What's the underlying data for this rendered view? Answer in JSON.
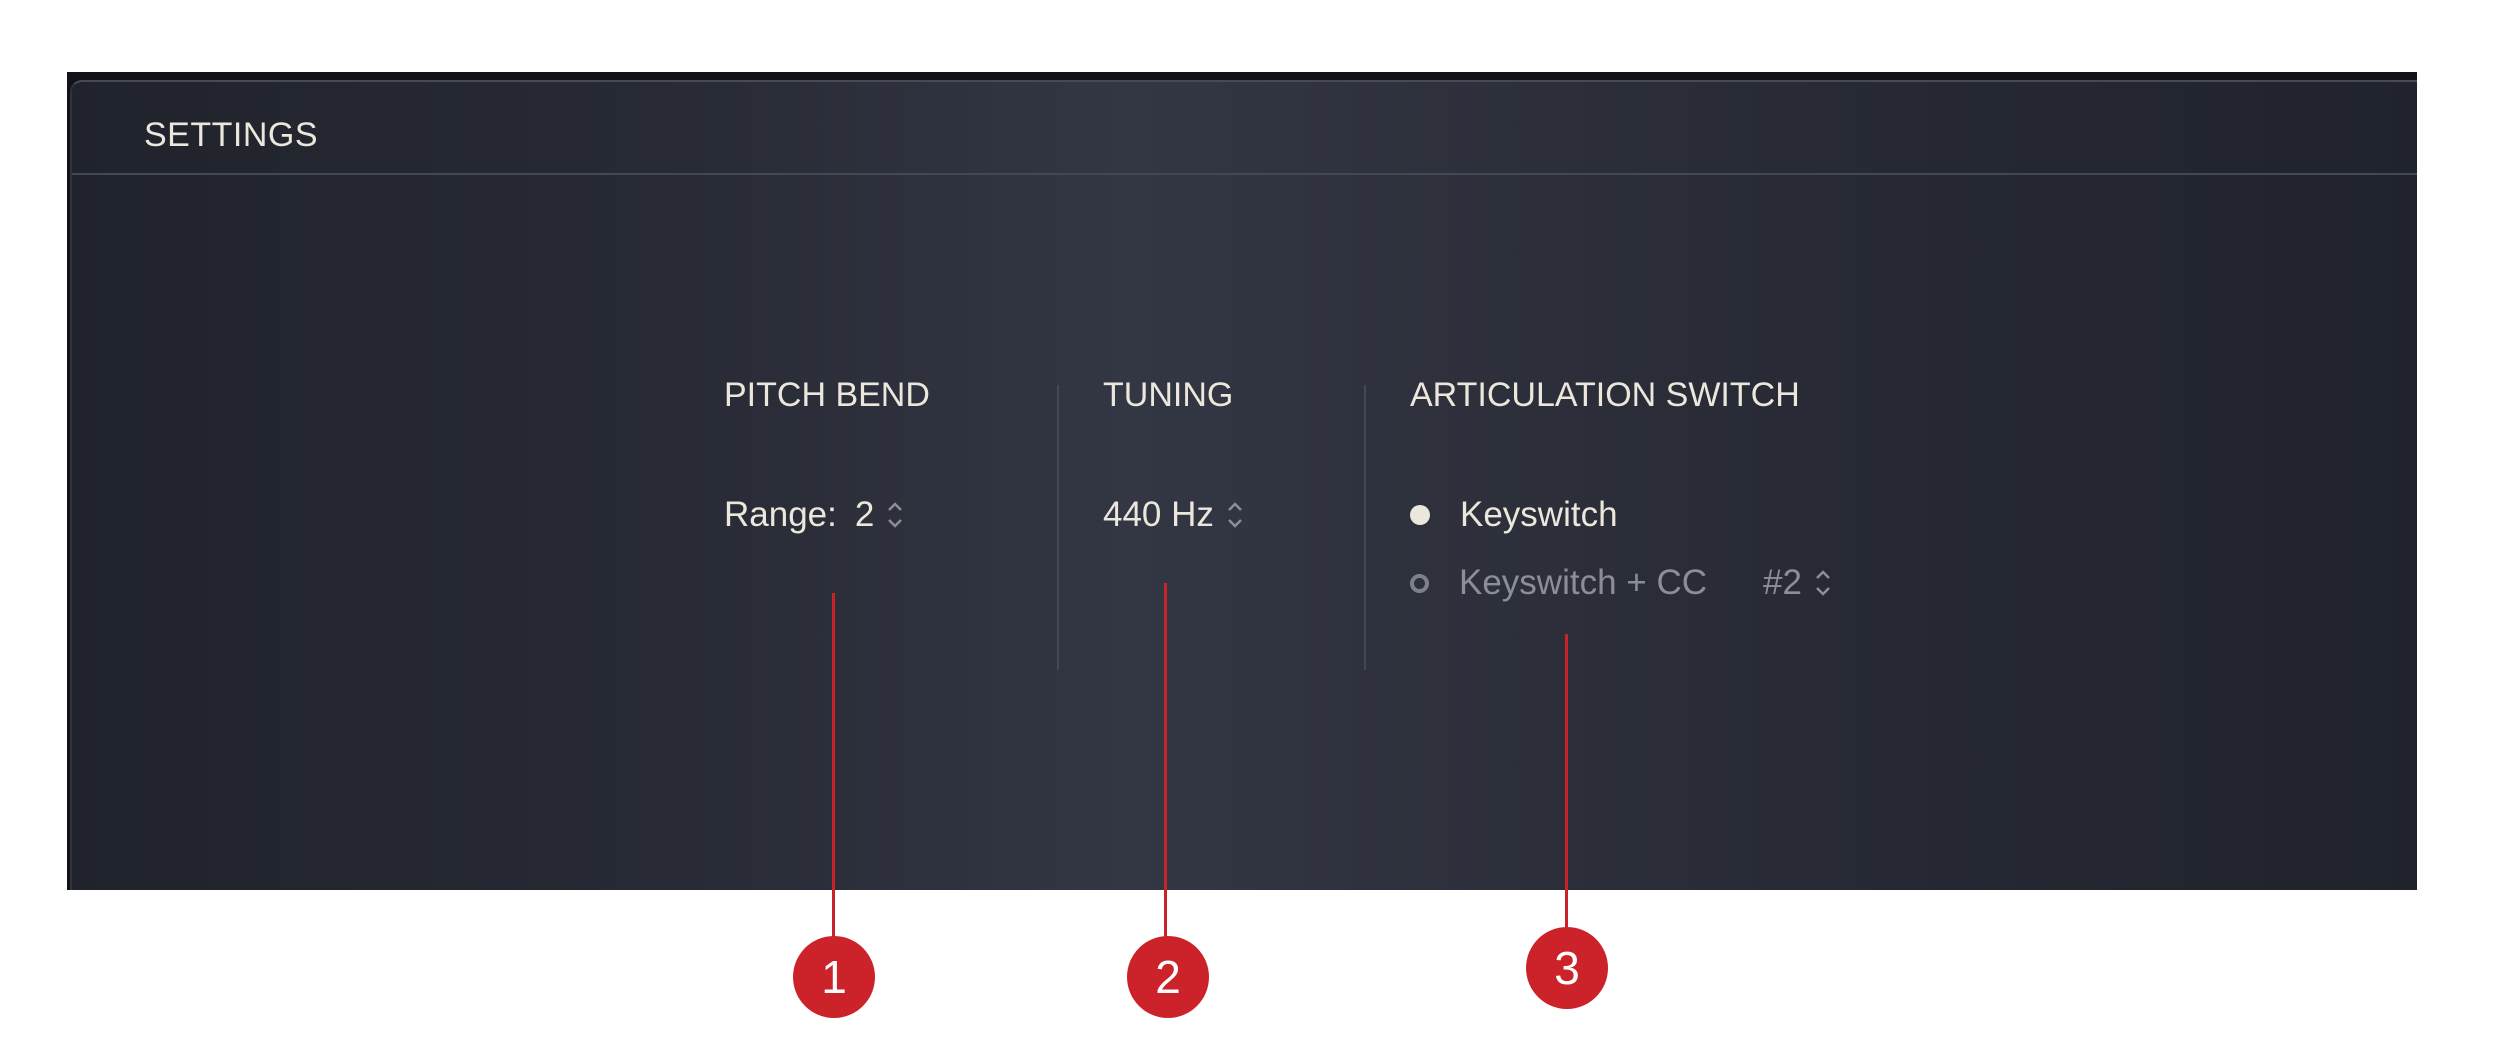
{
  "header": {
    "title": "SETTINGS"
  },
  "pitch_bend": {
    "title": "PITCH BEND",
    "range_label": "Range:",
    "range_value": "2",
    "stepper_icon": "up-down-chevron"
  },
  "tuning": {
    "title": "TUNING",
    "value": "440 Hz",
    "stepper_icon": "up-down-chevron"
  },
  "articulation": {
    "title": "ARTICULATION SWITCH",
    "options": [
      {
        "label": "Keyswitch",
        "selected": true
      },
      {
        "label": "Keyswitch + CC",
        "selected": false,
        "cc_value": "#2"
      }
    ]
  },
  "callouts": [
    {
      "number": "1"
    },
    {
      "number": "2"
    },
    {
      "number": "3"
    }
  ],
  "colors": {
    "panel_center": "#333744",
    "panel_edge": "#20232b",
    "text_active": "#ece7dc",
    "text_inactive": "#8c8e97",
    "callout_red": "#cc2229"
  }
}
